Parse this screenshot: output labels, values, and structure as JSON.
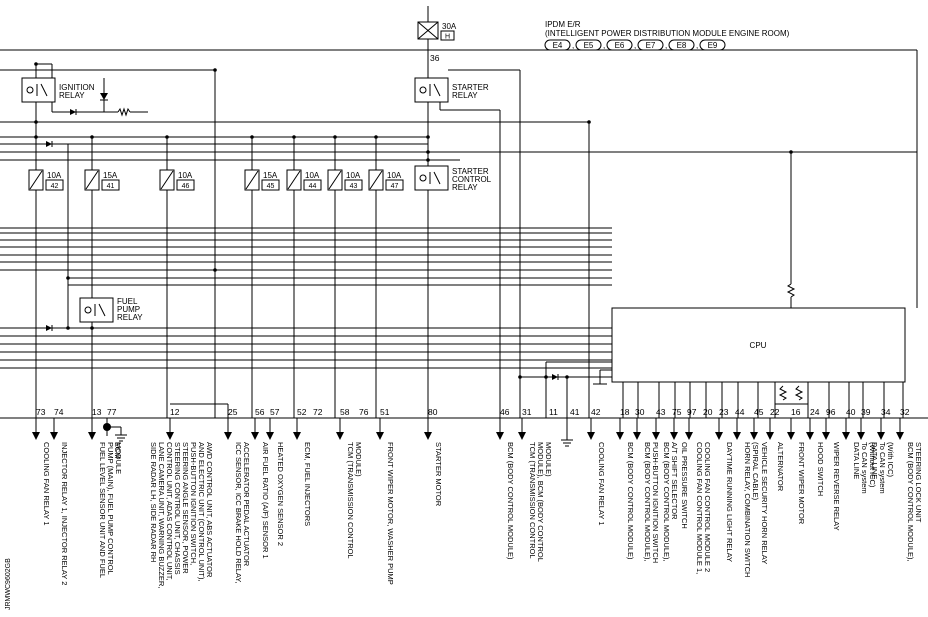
{
  "header": {
    "title_line1": "IPDM E/R",
    "title_line2": "(INTELLIGENT POWER DISTRIBUTION MODULE ENGINE ROOM)",
    "connectors": [
      "E4",
      "E5",
      "E6",
      "E7",
      "E8",
      "E9"
    ]
  },
  "main_fuse": {
    "rating": "30A",
    "id": "H",
    "pin": "36"
  },
  "relays": [
    {
      "key": "ignition",
      "line1": "IGNITION",
      "line2": "RELAY"
    },
    {
      "key": "starter",
      "line1": "STARTER",
      "line2": "RELAY"
    },
    {
      "key": "starter_control",
      "line1": "STARTER",
      "line2": "CONTROL",
      "line3": "RELAY"
    },
    {
      "key": "fuel_pump",
      "line1": "FUEL",
      "line2": "PUMP",
      "line3": "RELAY"
    }
  ],
  "fuses": [
    {
      "rating": "10A",
      "id": "42"
    },
    {
      "rating": "15A",
      "id": "41"
    },
    {
      "rating": "10A",
      "id": "46"
    },
    {
      "rating": "15A",
      "id": "45"
    },
    {
      "rating": "10A",
      "id": "44"
    },
    {
      "rating": "10A",
      "id": "43"
    },
    {
      "rating": "10A",
      "id": "47"
    }
  ],
  "cpu_label": "CPU",
  "pins": [
    "73",
    "74",
    "13",
    "77",
    "12",
    "25",
    "56",
    "57",
    "52",
    "72",
    "58",
    "76",
    "51",
    "80",
    "46",
    "31",
    "11",
    "41",
    "42",
    "18",
    "30",
    "43",
    "75",
    "97",
    "20",
    "23",
    "44",
    "45",
    "22",
    "16",
    "24",
    "96",
    "40",
    "39",
    "34",
    "32"
  ],
  "outputs": [
    [
      "COOLING FAN RELAY 1"
    ],
    [
      "INJECTOR RELAY 1, INJECTOR RELAY 2"
    ],
    [
      "FUEL LEVEL SENSOR UNIT AND FUEL",
      "PUMP (MAIN), FUEL PUMP CONTROL",
      "MODULE"
    ],
    [
      "ECM"
    ],
    [
      "AWD CONTROL UNIT, ABS ACTUATOR",
      "AND ELECTRIC UNIT (CONTROL UNIT),",
      "PUSH-BUTTON IGNITION SWITCH,",
      "STEERING ANGLE SENSOR, POWER",
      "STEERING CONTROL UNIT, CHASSIS",
      "CONTROL UNIT, ADAS CONTROL UNIT,",
      "LANE CAMERA UNIT, WARNING BUZZER,",
      "SIDE RADAR LH, SIDE RADAR RH"
    ],
    [
      "ICC SENSOR, ICC BRAKE HOLD RELAY,",
      "ACCELERATOR PEDAL ACTUATOR"
    ],
    [
      "AIR FUEL RATIO (A/F) SENSOR 1"
    ],
    [
      "HEATED OXYGEN SENSOR 2"
    ],
    [
      "ECM, FUEL INJECTORS"
    ],
    [
      "TCM (TRANSMISSION CONTROL",
      "MODULE)"
    ],
    [
      "FRONT WIPER MOTOR, WASHER PUMP"
    ],
    [
      "STARTER MOTOR"
    ],
    [
      "BCM (BODY CONTROL MODULE)"
    ],
    [
      "TCM (TRANSMISSION CONTROL",
      "MODULE), BCM (BODY CONTROL",
      "MODULE)"
    ],
    [
      "COOLING FAN RELAY 1"
    ],
    [
      "BCM (BODY CONTROL MODULE)"
    ],
    [
      "BCM (BODY CONTROL MODULE),",
      "PUSH-BUTTON IGNITION SWITCH"
    ],
    [
      "BCM (BODY CONTROL MODULE),",
      "A/T SHIFT SELECTOR"
    ],
    [
      "OIL PRESSURE SWITCH"
    ],
    [
      "COOLING FAN CONTROL MODULE 1,",
      "COOLING FAN CONTROL MODULE 2"
    ],
    [
      "DAYTIME RUNNING LIGHT RELAY"
    ],
    [
      "HORN RELAY, COMBINATION SWITCH",
      "(SPIRAL CABLE)"
    ],
    [
      "VEHICLE SECURITY HORN RELAY"
    ],
    [
      "ALTERNATOR"
    ],
    [
      "FRONT WIPER MOTOR"
    ],
    [
      "HOOD SWITCH"
    ],
    [
      "WIPER REVERSE RELAY"
    ],
    [
      "DATA LINE",
      "To CAN system",
      "(Without ICC)"
    ],
    [
      "DATA LINE",
      "To CAN system",
      "(With ICC)"
    ],
    [
      "BCM (BODY CONTROL MODULE),",
      "STEERING LOCK UNIT"
    ]
  ],
  "watermark": "JRMWC9602GB"
}
